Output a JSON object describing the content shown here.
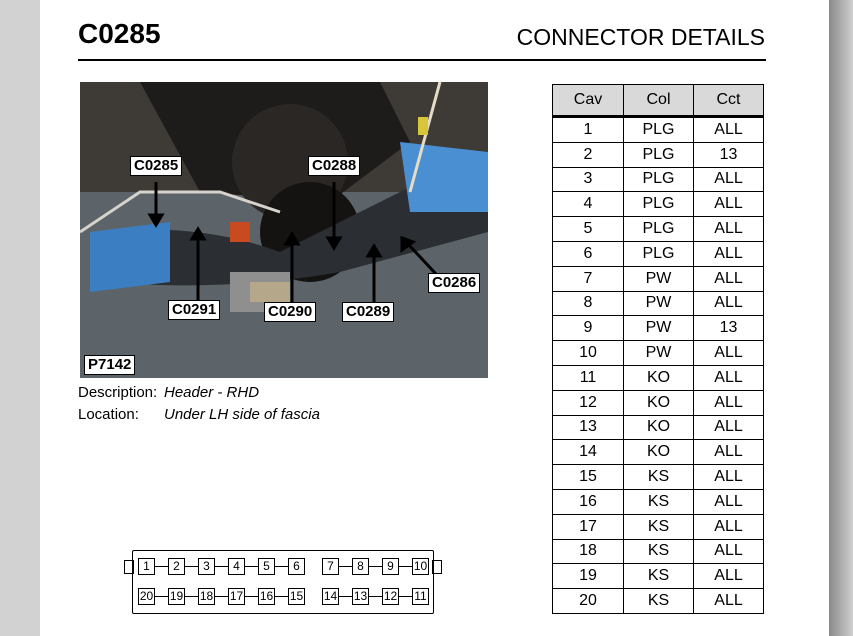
{
  "header": {
    "code": "C0285",
    "section": "CONNECTOR DETAILS"
  },
  "photo": {
    "id": "P7142",
    "labels": [
      "C0285",
      "C0288",
      "C0286",
      "C0291",
      "C0290",
      "C0289"
    ]
  },
  "description": {
    "label": "Description:",
    "value": "Header - RHD"
  },
  "location": {
    "label": "Location:",
    "value": "Under LH side of fascia"
  },
  "table": {
    "headers": [
      "Cav",
      "Col",
      "Cct"
    ],
    "rows": [
      [
        "1",
        "PLG",
        "ALL"
      ],
      [
        "2",
        "PLG",
        "13"
      ],
      [
        "3",
        "PLG",
        "ALL"
      ],
      [
        "4",
        "PLG",
        "ALL"
      ],
      [
        "5",
        "PLG",
        "ALL"
      ],
      [
        "6",
        "PLG",
        "ALL"
      ],
      [
        "7",
        "PW",
        "ALL"
      ],
      [
        "8",
        "PW",
        "ALL"
      ],
      [
        "9",
        "PW",
        "13"
      ],
      [
        "10",
        "PW",
        "ALL"
      ],
      [
        "11",
        "KO",
        "ALL"
      ],
      [
        "12",
        "KO",
        "ALL"
      ],
      [
        "13",
        "KO",
        "ALL"
      ],
      [
        "14",
        "KO",
        "ALL"
      ],
      [
        "15",
        "KS",
        "ALL"
      ],
      [
        "16",
        "KS",
        "ALL"
      ],
      [
        "17",
        "KS",
        "ALL"
      ],
      [
        "18",
        "KS",
        "ALL"
      ],
      [
        "19",
        "KS",
        "ALL"
      ],
      [
        "20",
        "KS",
        "ALL"
      ]
    ]
  },
  "connector": {
    "top_pins": [
      "1",
      "2",
      "3",
      "4",
      "5",
      "6",
      "7",
      "8",
      "9",
      "10"
    ],
    "bottom_pins": [
      "20",
      "19",
      "18",
      "17",
      "16",
      "15",
      "14",
      "13",
      "12",
      "11"
    ]
  }
}
